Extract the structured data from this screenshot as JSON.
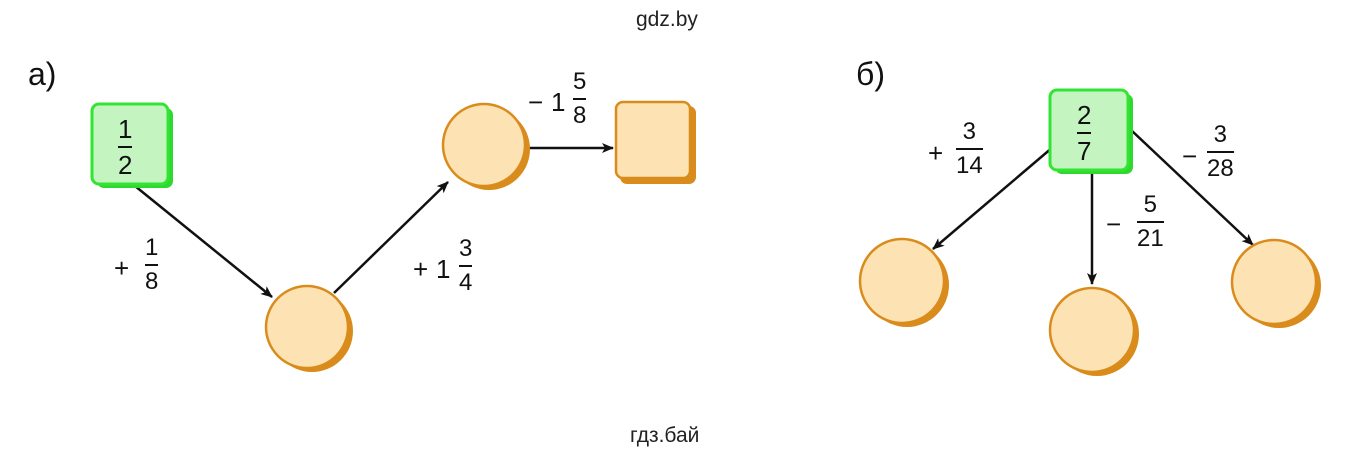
{
  "watermark_top": "gdz.by",
  "watermark_bottom": "гдз.бай",
  "part_a": {
    "label": "а)",
    "start": {
      "num": "1",
      "den": "2"
    },
    "ops": [
      {
        "sign": "+",
        "whole": "",
        "num": "1",
        "den": "8"
      },
      {
        "sign": "+",
        "whole": "1",
        "num": "3",
        "den": "4"
      },
      {
        "sign": "−",
        "whole": "1",
        "num": "5",
        "den": "8"
      }
    ]
  },
  "part_b": {
    "label": "б)",
    "start": {
      "num": "2",
      "den": "7"
    },
    "ops": [
      {
        "sign": "+",
        "num": "3",
        "den": "14"
      },
      {
        "sign": "−",
        "num": "5",
        "den": "21"
      },
      {
        "sign": "−",
        "num": "3",
        "den": "28"
      }
    ]
  },
  "colors": {
    "green_fill": "#c4f5c0",
    "green_edge": "#33e433",
    "peach_fill": "#fde3b4",
    "orange_edge": "#d98c1c"
  }
}
